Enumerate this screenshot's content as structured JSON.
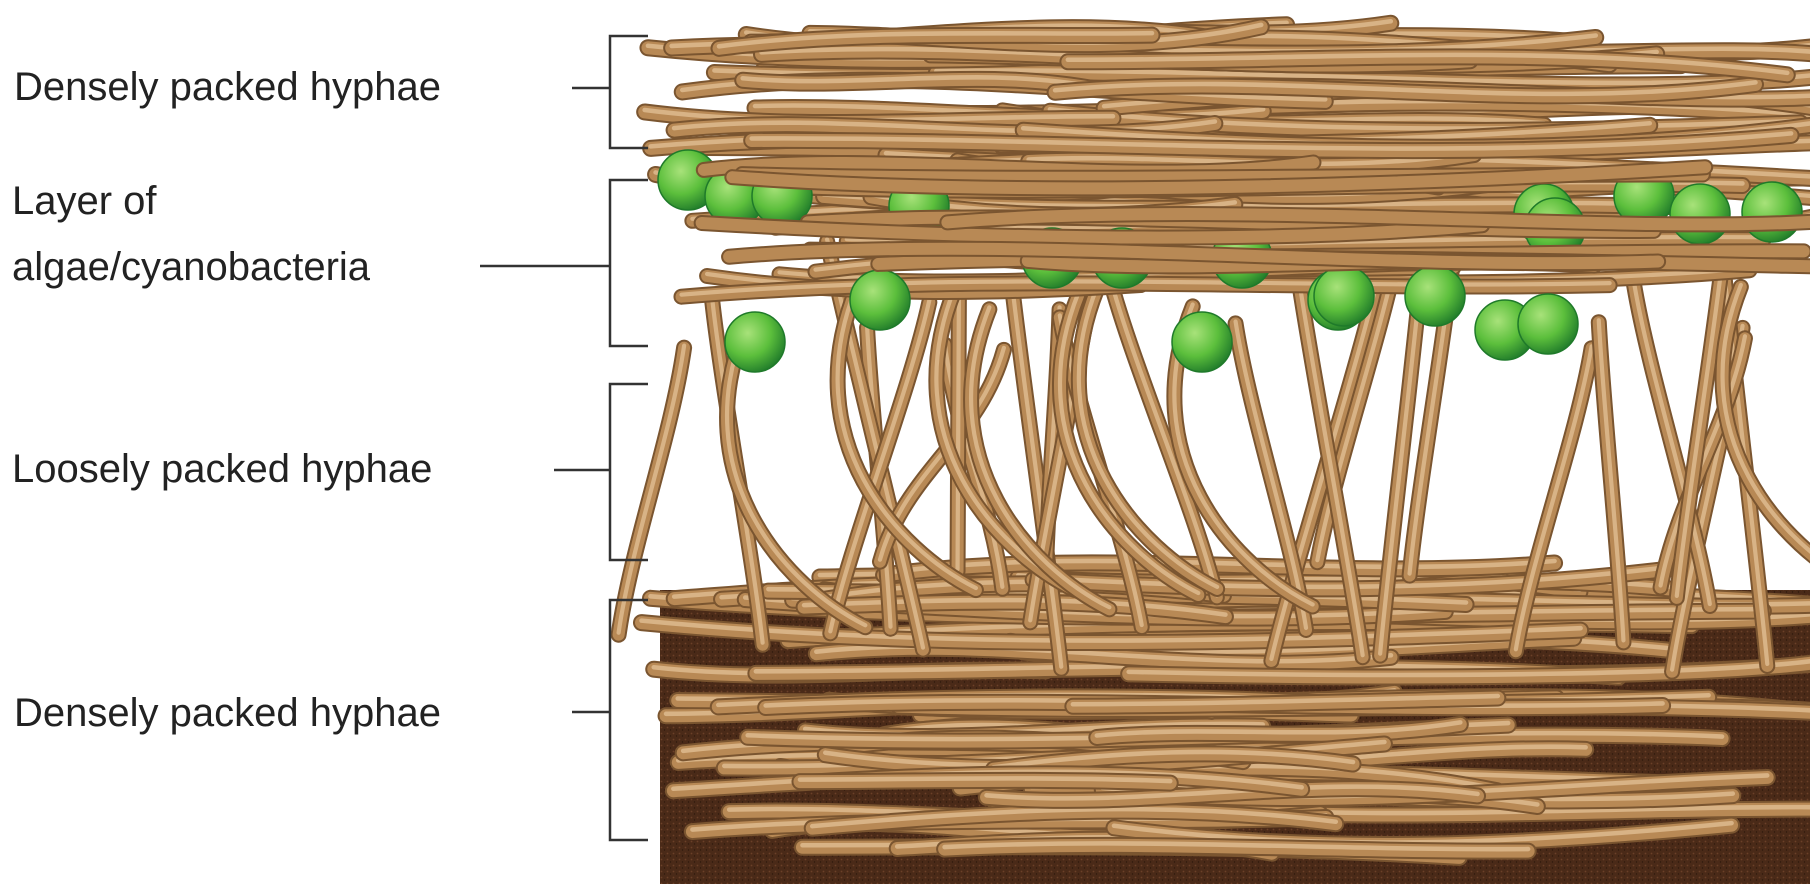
{
  "labels": {
    "top": "Densely packed hyphae",
    "algae_line1": "Layer of",
    "algae_line2": "algae/cyanobacteria",
    "loose": "Loosely packed hyphae",
    "bottom": "Densely packed hyphae"
  },
  "colors": {
    "hypha": "#b88955",
    "hypha_light": "#d8b386",
    "hypha_dark": "#7a5530",
    "alga": "#5cbf3c",
    "alga_dark": "#1f7a2a",
    "soil": "#4a2a18",
    "bracket": "#333333"
  }
}
